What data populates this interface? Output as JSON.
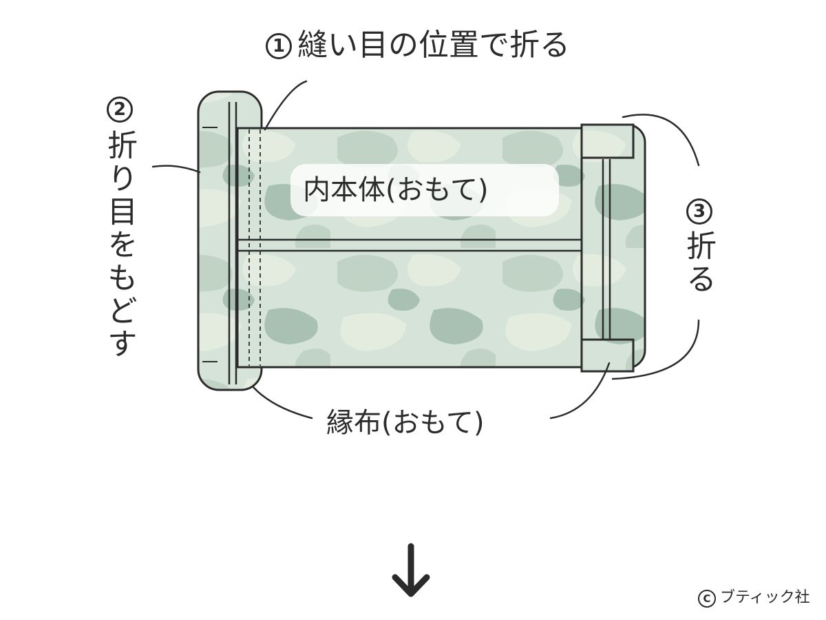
{
  "labels": {
    "step1": "縫い目の位置で折る",
    "step2": "折り目をもどす",
    "step3": "折る",
    "inner": "内本体(おもて)",
    "edge": "縁布(おもて)",
    "copyright": "ブティック社"
  },
  "marks": {
    "step1": "1",
    "step2": "2",
    "step3": "3",
    "copyright_symbol": "C"
  },
  "icons": {
    "next_step": "arrow-down-icon"
  },
  "colors": {
    "fabric_base": "#d6e3d8",
    "camo_light": "#e4ece0",
    "camo_mid": "#c0d3c4",
    "camo_dark": "#a9c1b2",
    "outline": "#2b2b2b"
  }
}
